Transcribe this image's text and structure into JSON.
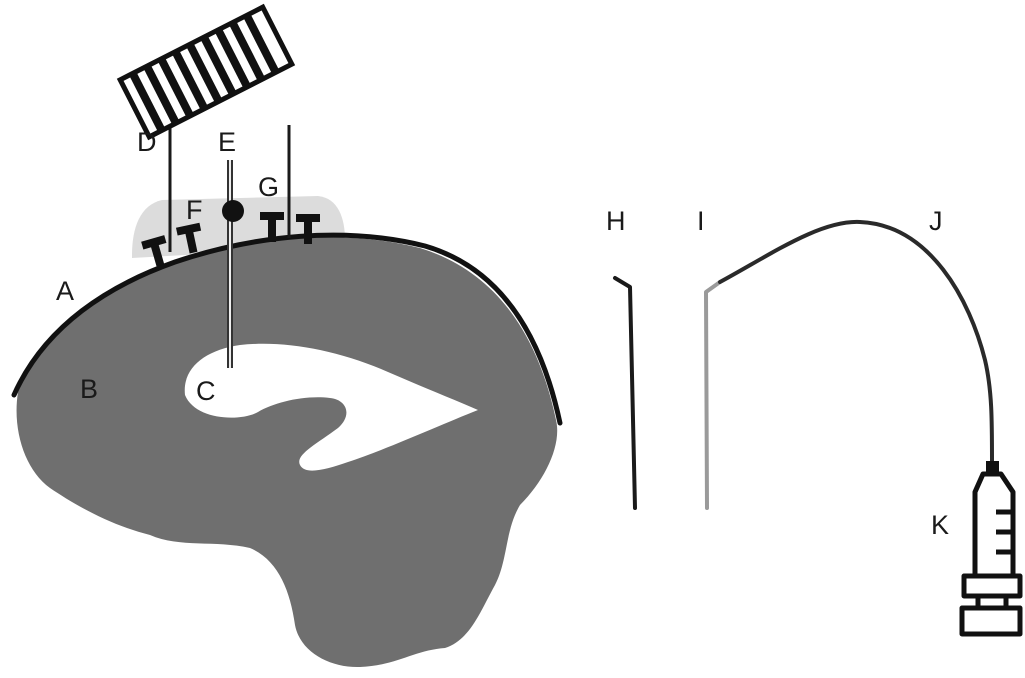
{
  "labels": {
    "A": "A",
    "B": "B",
    "C": "C",
    "D": "D",
    "E": "E",
    "F": "F",
    "G": "G",
    "H": "H",
    "I": "I",
    "J": "J",
    "K": "K"
  },
  "colors": {
    "brain": "#6f6f6f",
    "skull_line": "#111111",
    "ventricle": "#ffffff",
    "cement_cap": "#dcdcdc",
    "electrode": "#1a1a1a",
    "cannula": "#9a9a9a",
    "tubing": "#2a2a2a"
  }
}
